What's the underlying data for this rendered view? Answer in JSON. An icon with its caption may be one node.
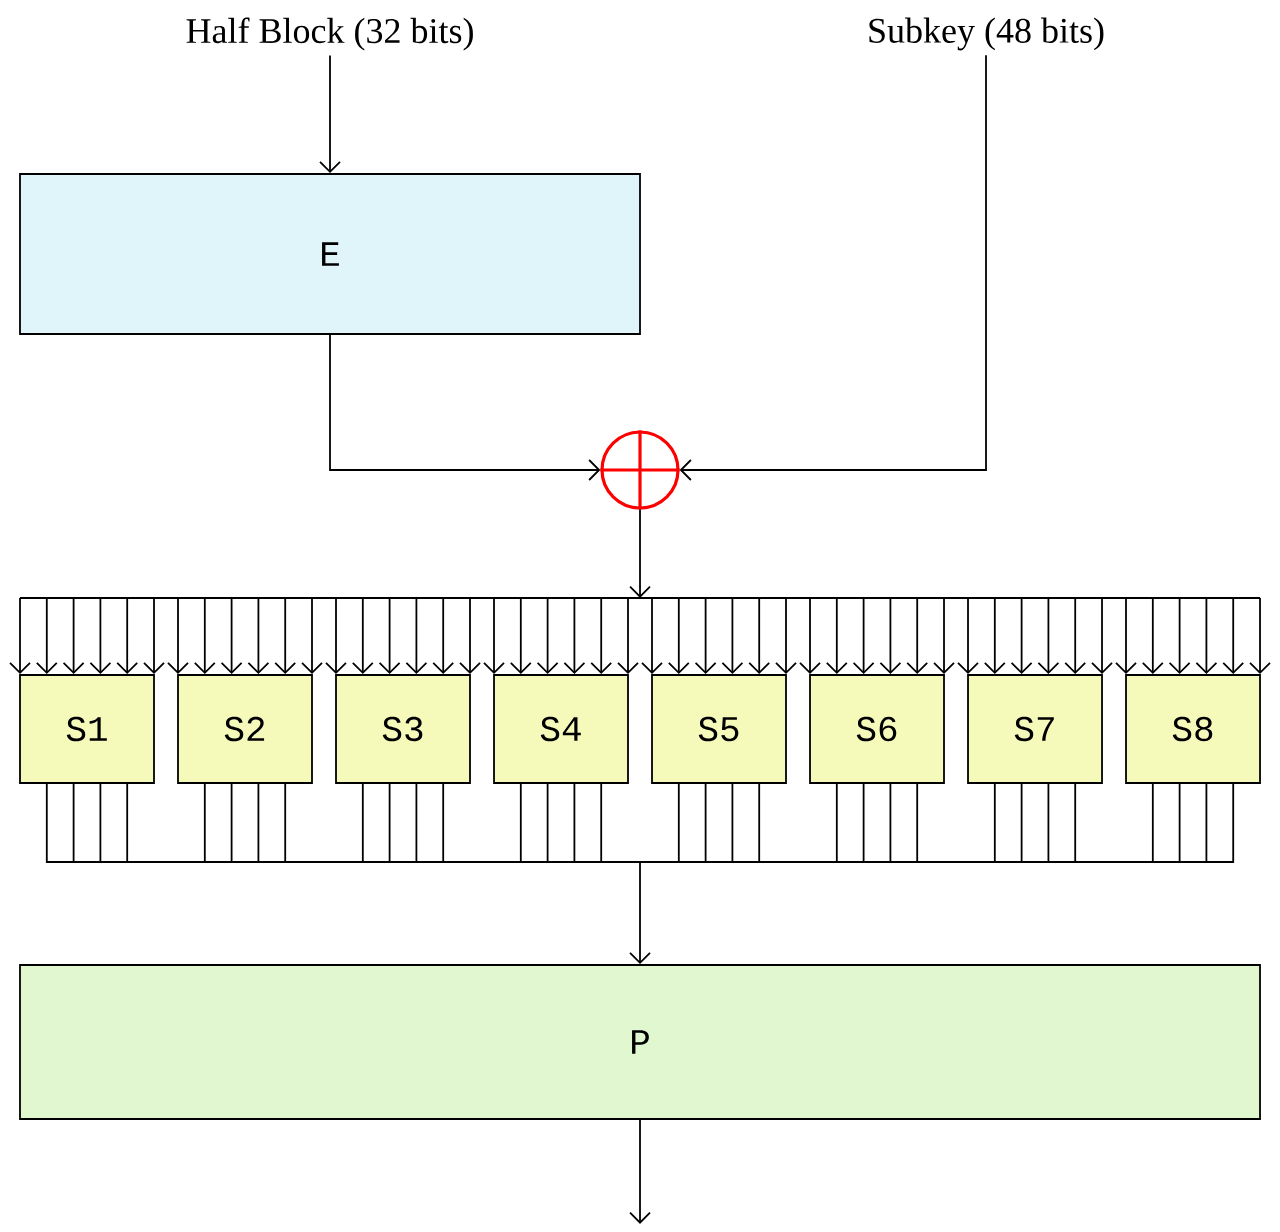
{
  "diagram": {
    "nodes": [
      {
        "text": [
          "Half Block (32 bits)"
        ]
      },
      {
        "text": [
          "Subkey (48 bits)"
        ]
      },
      {
        "text": [
          "E"
        ]
      },
      {
        "text": [],
        "shape": "circle"
      },
      {
        "text": [
          "S1"
        ]
      },
      {
        "text": [
          "S2"
        ]
      },
      {
        "text": [
          "S3"
        ]
      },
      {
        "text": [
          "S4"
        ]
      },
      {
        "text": [
          "S5"
        ]
      },
      {
        "text": [
          "S6"
        ]
      },
      {
        "text": [
          "S7"
        ]
      },
      {
        "text": [
          "S8"
        ]
      },
      {
        "text": [
          "P"
        ]
      }
    ],
    "edges": [
      {
        "from": 0,
        "to": 2,
        "arrow": "to"
      },
      {
        "from": 2,
        "to": 3,
        "arrow": "to"
      },
      {
        "from": 1,
        "to": 3,
        "arrow": "to"
      },
      {
        "from": 3,
        "to": 4,
        "arrow": "to"
      },
      {
        "from": 3,
        "to": 5,
        "arrow": "to"
      },
      {
        "from": 3,
        "to": 6,
        "arrow": "to"
      },
      {
        "from": 3,
        "to": 7,
        "arrow": "to"
      },
      {
        "from": 3,
        "to": 8,
        "arrow": "to"
      },
      {
        "from": 3,
        "to": 9,
        "arrow": "to"
      },
      {
        "from": 3,
        "to": 10,
        "arrow": "to"
      },
      {
        "from": 3,
        "to": 11,
        "arrow": "to"
      },
      {
        "from": 4,
        "to": 12,
        "arrow": "to"
      },
      {
        "from": 5,
        "to": 12,
        "arrow": "to"
      },
      {
        "from": 6,
        "to": 12,
        "arrow": "to"
      },
      {
        "from": 7,
        "to": 12,
        "arrow": "to"
      },
      {
        "from": 8,
        "to": 12,
        "arrow": "to"
      },
      {
        "from": 9,
        "to": 12,
        "arrow": "to"
      },
      {
        "from": 10,
        "to": 12,
        "arrow": "to"
      },
      {
        "from": 11,
        "to": 12,
        "arrow": "to"
      },
      {
        "from": 12,
        "to": null,
        "arrow": "to"
      }
    ]
  }
}
